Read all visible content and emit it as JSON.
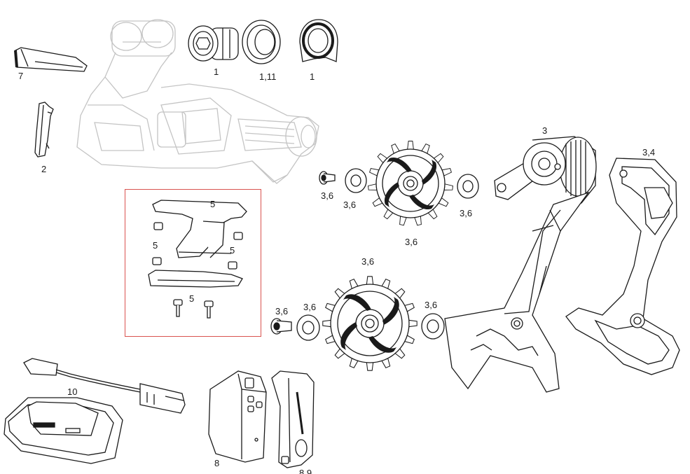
{
  "callouts": {
    "c1": "1",
    "c2": "1,11",
    "c3": "1",
    "c4": "7",
    "c5": "2",
    "c6": "3",
    "c7": "3,4",
    "c8": "5",
    "c9": "5",
    "c10": "5",
    "c11": "5",
    "c12": "3,6",
    "c13": "3,6",
    "c14": "3,6",
    "c15": "3,6",
    "c16": "3,6",
    "c17": "3,6",
    "c18": "3,6",
    "c19": "3,6",
    "c20": "10",
    "c21": "8",
    "c22": "8,9"
  },
  "colors": {
    "line": "#1a1a1a",
    "ghost": "#c4c4c4",
    "highlight": "#d9534f"
  },
  "parts": [
    "rear-derailleur-body",
    "b-bolt",
    "bushing",
    "washer-plate",
    "cover-cap",
    "link-cover",
    "cage-spring-assembly",
    "outer-cage-plate",
    "mount-kit",
    "upper-pulley-wheel",
    "lower-pulley-wheel",
    "usb-cable",
    "charger",
    "battery",
    "battery-cover"
  ]
}
